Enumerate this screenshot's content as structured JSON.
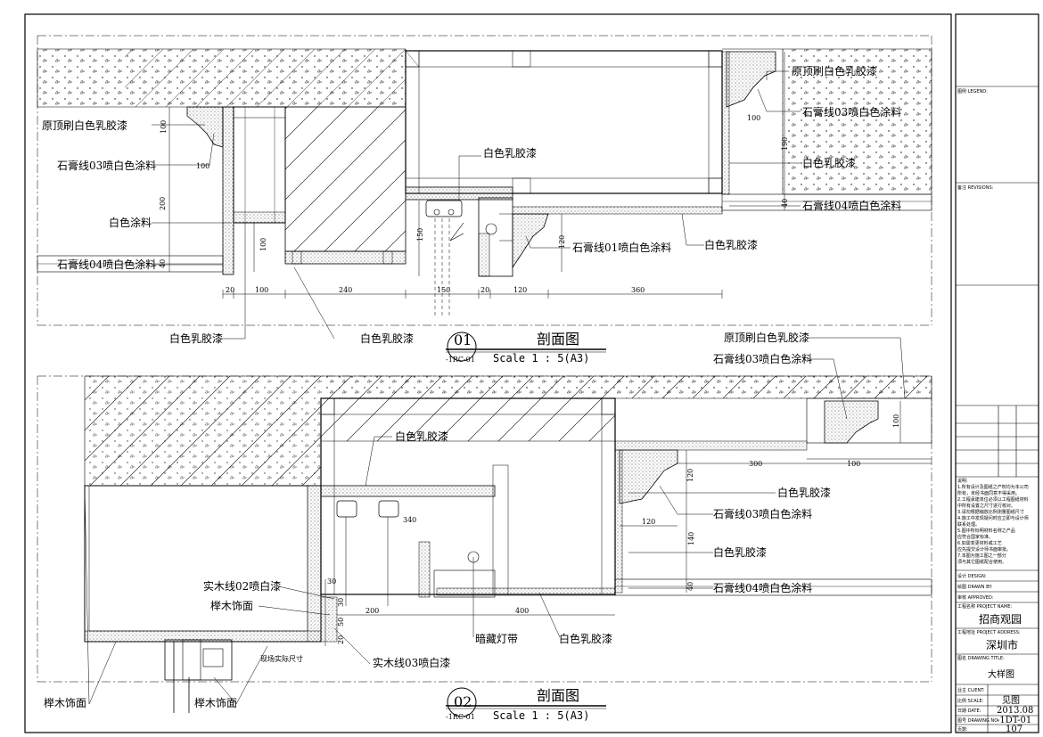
{
  "sections": [
    {
      "number": "01",
      "ref": "-1RC-01",
      "title": "剖面图",
      "scale": "Scale 1 : 5(A3)",
      "labels": [
        "原顶刷白色乳胶漆",
        "石膏线03喷白色涂料",
        "白色涂料",
        "石膏线04喷白色涂料",
        "白色乳胶漆",
        "白色乳胶漆",
        "白色乳胶漆",
        "原顶刷白色乳胶漆",
        "石膏线03喷白色涂料",
        "白色乳胶漆",
        "石膏线04喷白色涂料",
        "石膏线01喷白色涂料",
        "白色乳胶漆"
      ],
      "dims": [
        "20",
        "100",
        "240",
        "150",
        "20",
        "120",
        "360",
        "100",
        "100",
        "200",
        "100",
        "40",
        "150",
        "120",
        "100",
        "190",
        "40"
      ]
    },
    {
      "number": "02",
      "ref": "-1RC-01",
      "title": "剖面图",
      "scale": "Scale 1 : 5(A3)",
      "labels": [
        "原顶刷白色乳胶漆",
        "石膏线03喷白色涂料",
        "白色乳胶漆",
        "白色乳胶漆",
        "石膏线03喷白色涂料",
        "白色乳胶漆",
        "石膏线04喷白色涂料",
        "实木线02喷白漆",
        "榉木饰面",
        "暗藏灯带",
        "白色乳胶漆",
        "实木线03喷白漆",
        "榉木饰面",
        "榉木饰面",
        "现场实际尺寸"
      ],
      "dims": [
        "300",
        "100",
        "100",
        "120",
        "120",
        "140",
        "40",
        "340",
        "400",
        "200",
        "30",
        "30",
        "50",
        "20"
      ]
    }
  ],
  "title_block": {
    "legend": "图例 LEGEND:",
    "revision": "备注 REVISIONS:",
    "notes_title": "说明:",
    "notes": [
      "1.所有设计及图纸之产权均为本公司",
      "所有，未经书面同意不得采用。",
      "2.工程承建单位必须以工程图纸材料",
      "中所有设置之尺寸进行核对。",
      "3.请勿根据缩放比例测量图纸尺寸",
      "4.施工中发现疑问时应立即与设计师",
      "联系处理。",
      "5.图中所标明材料名称之产品",
      "应符合国家标准。",
      "6.如需变更材料或工艺",
      "应先提交设计师书面审批。",
      "7.本图为施工图之一部分",
      "须与其它图纸配合使用。"
    ],
    "design": "设计 DESIGN:",
    "drawn": "绘图 DRAWN BY:",
    "approved": "审核 APPROVED:",
    "project_name_label": "工程名称 PROJECT NAME:",
    "project_name": "招商观园",
    "address_label": "工程地址 PROJECT ADDRESS:",
    "address": "深圳市",
    "drawing_title_label": "图名 DRAWING TITLE:",
    "drawing_title": "大样图",
    "client_label": "业主 CLIENT:",
    "scale_label": "比例 SCALE:",
    "scale": "见图",
    "date_label": "日期 DATE:",
    "date": "2013.08",
    "drawing_no_label": "图号 DRAWING NO:",
    "drawing_no": "-1DT-01",
    "page_label": "页数:",
    "page": "107"
  }
}
